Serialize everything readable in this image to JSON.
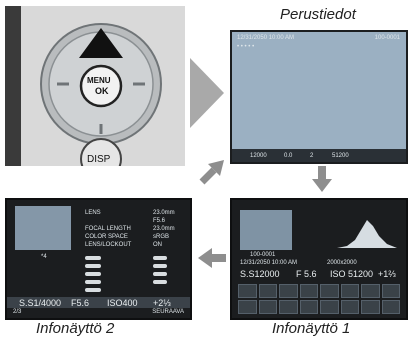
{
  "captions": {
    "top": "Perustiedot",
    "bottom_right": "Infonäyttö 1",
    "bottom_left": "Infonäyttö 2"
  },
  "camera": {
    "menu_label_1": "MENU",
    "menu_label_2": "OK",
    "disp_label": "DISP"
  },
  "basic": {
    "datetime": "12/31/2050 10:00 AM",
    "frame": "100-0001",
    "dots": "• • • • •",
    "shutter": "12000",
    "aperture": "0.0",
    "ev": "2",
    "iso": "51200"
  },
  "info1": {
    "frame": "100-0001",
    "datetime": "12/31/2050 10:00 AM",
    "size": "2000x2000",
    "shutter": "S.S12000",
    "aperture": "F 5.6",
    "iso": "ISO 51200",
    "ev": "+1⅔"
  },
  "info2": {
    "labels": [
      "LENS",
      "",
      "FOCAL LENGTH",
      "COLOR SPACE",
      "LENS/LOCKOUT"
    ],
    "values": [
      "23.0mm",
      "F5.6",
      "23.0mm",
      "sRGB",
      "ON"
    ],
    "mark": "*4",
    "shutter": "S.S1/4000",
    "aperture": "F5.6",
    "iso": "ISO400",
    "ev": "+2⅓",
    "page": "2/3",
    "next": "SEURAAVA"
  },
  "colors": {
    "screen": "#1b1d1f",
    "lcd_blue": "#8fa4b8",
    "arrow_gray": "#9a9a9a",
    "accent": "#c9282b"
  }
}
